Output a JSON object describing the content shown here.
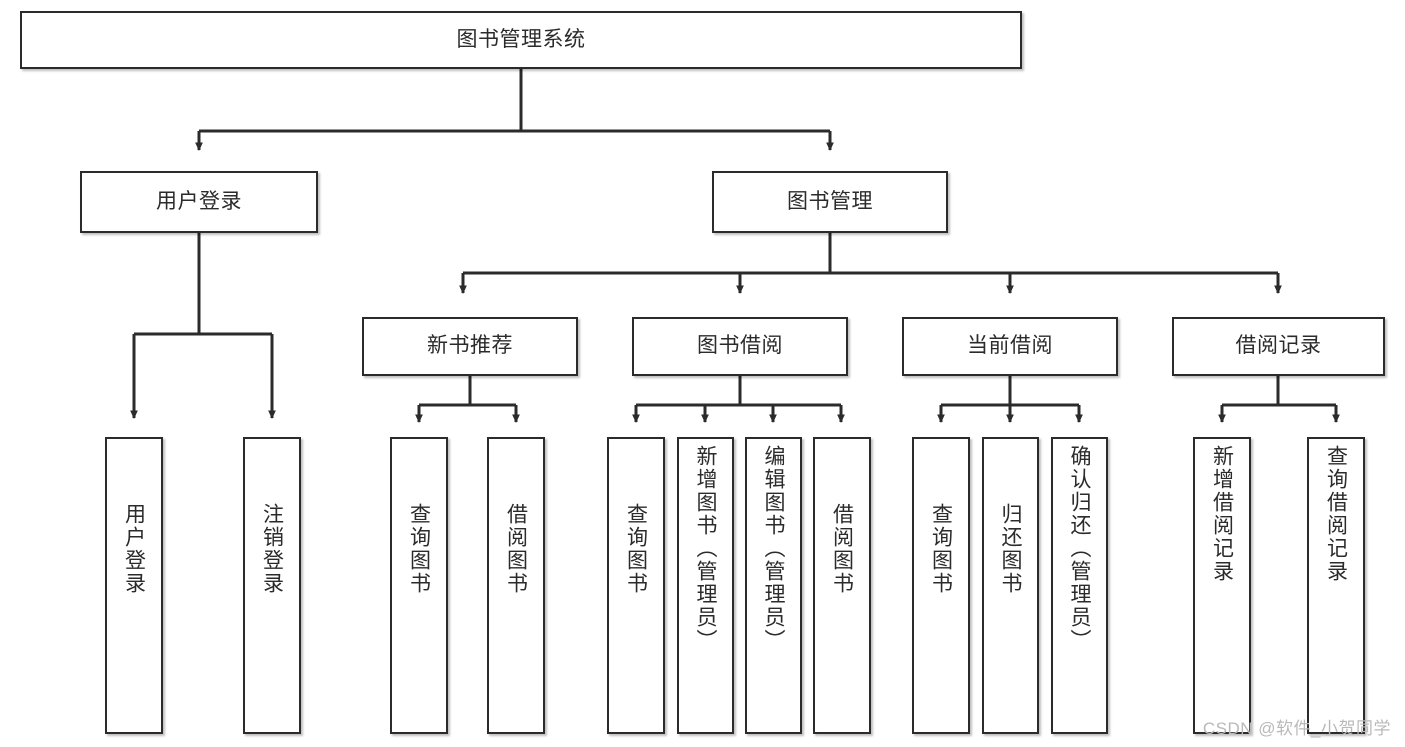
{
  "diagram": {
    "type": "tree-hierarchy",
    "title": "图书管理系统",
    "watermark": "CSDN @软件_小贺同学",
    "colors": {
      "stroke": "#2b2b2b",
      "fill": "#ffffff",
      "text": "#2b2b2b",
      "watermark": "#b9b9b9"
    },
    "root": {
      "label": "图书管理系统"
    },
    "level2": [
      {
        "label": "用户登录"
      },
      {
        "label": "图书管理"
      }
    ],
    "level3": [
      {
        "label": "新书推荐"
      },
      {
        "label": "图书借阅"
      },
      {
        "label": "当前借阅"
      },
      {
        "label": "借阅记录"
      }
    ],
    "leaves": [
      {
        "label": "用户登录",
        "parent": "用户登录"
      },
      {
        "label": "注销登录",
        "parent": "用户登录"
      },
      {
        "label": "查询图书",
        "parent": "新书推荐"
      },
      {
        "label": "借阅图书",
        "parent": "新书推荐"
      },
      {
        "label": "查询图书",
        "parent": "图书借阅"
      },
      {
        "label": "新增图书（管理员）",
        "parent": "图书借阅"
      },
      {
        "label": "编辑图书（管理员）",
        "parent": "图书借阅"
      },
      {
        "label": "借阅图书",
        "parent": "图书借阅"
      },
      {
        "label": "查询图书",
        "parent": "当前借阅"
      },
      {
        "label": "归还图书",
        "parent": "当前借阅"
      },
      {
        "label": "确认归还（管理员）",
        "parent": "当前借阅"
      },
      {
        "label": "新增借阅记录",
        "parent": "借阅记录"
      },
      {
        "label": "查询借阅记录",
        "parent": "借阅记录"
      }
    ]
  }
}
